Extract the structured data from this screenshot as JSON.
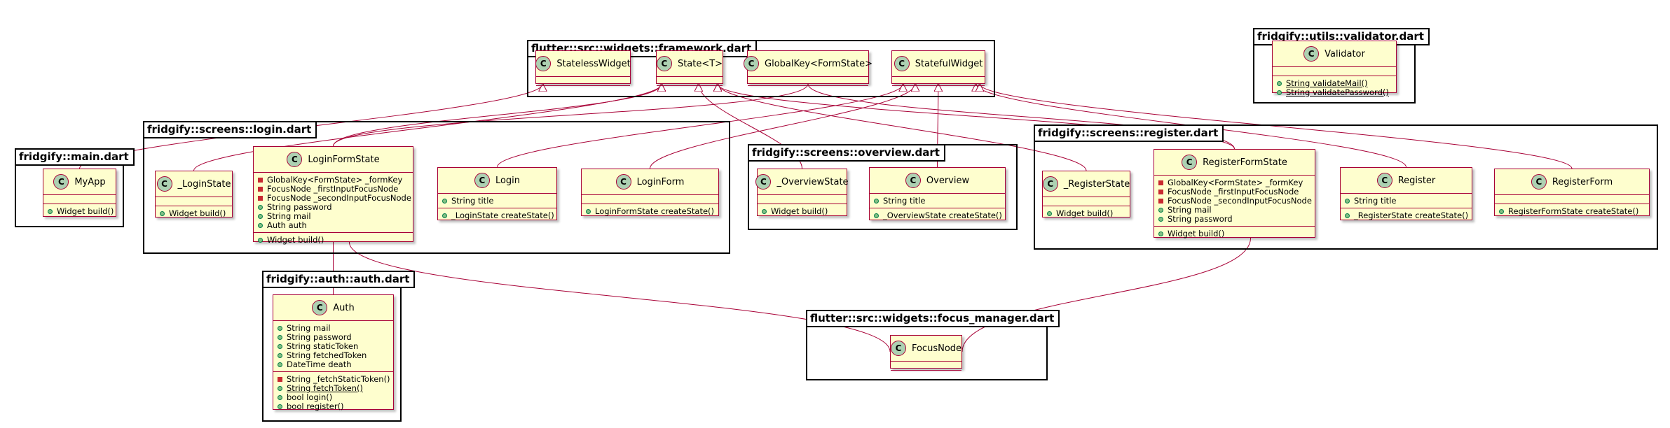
{
  "packages": [
    {
      "id": "framework",
      "title": "flutter::src::widgets::framework.dart"
    },
    {
      "id": "validator",
      "title": "fridgify::utils::validator.dart"
    },
    {
      "id": "main",
      "title": "fridgify::main.dart"
    },
    {
      "id": "login",
      "title": "fridgify::screens::login.dart"
    },
    {
      "id": "overview",
      "title": "fridgify::screens::overview.dart"
    },
    {
      "id": "register",
      "title": "fridgify::screens::register.dart"
    },
    {
      "id": "auth",
      "title": "fridgify::auth::auth.dart"
    },
    {
      "id": "focus",
      "title": "flutter::src::widgets::focus_manager.dart"
    }
  ],
  "classes": [
    {
      "id": "StatelessWidget",
      "name": "StatelessWidget",
      "badge": "C",
      "attrs": [],
      "methods": []
    },
    {
      "id": "State",
      "name": "State<T>",
      "badge": "C",
      "attrs": [],
      "methods": []
    },
    {
      "id": "GlobalKey",
      "name": "GlobalKey<FormState>",
      "badge": "C",
      "attrs": [],
      "methods": []
    },
    {
      "id": "StatefulWidget",
      "name": "StatefulWidget",
      "badge": "C",
      "attrs": [],
      "methods": []
    },
    {
      "id": "Validator",
      "name": "Validator",
      "badge": "C",
      "attrs": [],
      "methods": [
        {
          "vis": "pub",
          "text": "String validateMail()",
          "static": true
        },
        {
          "vis": "pub",
          "text": "String validatePassword()",
          "static": true
        }
      ]
    },
    {
      "id": "MyApp",
      "name": "MyApp",
      "badge": "C",
      "attrs": [],
      "methods": [
        {
          "vis": "pub",
          "text": "Widget build()"
        }
      ]
    },
    {
      "id": "LoginState",
      "name": "_LoginState",
      "badge": "C",
      "attrs": [],
      "methods": [
        {
          "vis": "pub",
          "text": "Widget build()"
        }
      ]
    },
    {
      "id": "LoginFormState",
      "name": "LoginFormState",
      "badge": "C",
      "attrs": [
        {
          "vis": "priv",
          "text": "GlobalKey<FormState> _formKey"
        },
        {
          "vis": "priv",
          "text": "FocusNode _firstInputFocusNode"
        },
        {
          "vis": "priv",
          "text": "FocusNode _secondInputFocusNode"
        },
        {
          "vis": "pub",
          "text": "String password"
        },
        {
          "vis": "pub",
          "text": "String mail"
        },
        {
          "vis": "pub",
          "text": "Auth auth"
        }
      ],
      "methods": [
        {
          "vis": "pub",
          "text": "Widget build()"
        }
      ]
    },
    {
      "id": "Login",
      "name": "Login",
      "badge": "C",
      "attrs": [
        {
          "vis": "pub",
          "text": "String title"
        }
      ],
      "methods": [
        {
          "vis": "pub",
          "text": "_LoginState createState()"
        }
      ]
    },
    {
      "id": "LoginForm",
      "name": "LoginForm",
      "badge": "C",
      "attrs": [],
      "methods": [
        {
          "vis": "pub",
          "text": "LoginFormState createState()"
        }
      ]
    },
    {
      "id": "OverviewState",
      "name": "_OverviewState",
      "badge": "C",
      "attrs": [],
      "methods": [
        {
          "vis": "pub",
          "text": "Widget build()"
        }
      ]
    },
    {
      "id": "Overview",
      "name": "Overview",
      "badge": "C",
      "attrs": [
        {
          "vis": "pub",
          "text": "String title"
        }
      ],
      "methods": [
        {
          "vis": "pub",
          "text": "_OverviewState createState()"
        }
      ]
    },
    {
      "id": "RegisterState",
      "name": "_RegisterState",
      "badge": "C",
      "attrs": [],
      "methods": [
        {
          "vis": "pub",
          "text": "Widget build()"
        }
      ]
    },
    {
      "id": "RegisterFormState",
      "name": "RegisterFormState",
      "badge": "C",
      "attrs": [
        {
          "vis": "priv",
          "text": "GlobalKey<FormState> _formKey"
        },
        {
          "vis": "priv",
          "text": "FocusNode _firstInputFocusNode"
        },
        {
          "vis": "priv",
          "text": "FocusNode _secondInputFocusNode"
        },
        {
          "vis": "pub",
          "text": "String mail"
        },
        {
          "vis": "pub",
          "text": "String password"
        }
      ],
      "methods": [
        {
          "vis": "pub",
          "text": "Widget build()"
        }
      ]
    },
    {
      "id": "Register",
      "name": "Register",
      "badge": "C",
      "attrs": [
        {
          "vis": "pub",
          "text": "String title"
        }
      ],
      "methods": [
        {
          "vis": "pub",
          "text": "_RegisterState createState()"
        }
      ]
    },
    {
      "id": "RegisterForm",
      "name": "RegisterForm",
      "badge": "C",
      "attrs": [],
      "methods": [
        {
          "vis": "pub",
          "text": "RegisterFormState createState()"
        }
      ]
    },
    {
      "id": "Auth",
      "name": "Auth",
      "badge": "C",
      "attrs": [
        {
          "vis": "pub",
          "text": "String mail"
        },
        {
          "vis": "pub",
          "text": "String password"
        },
        {
          "vis": "pub",
          "text": "String staticToken"
        },
        {
          "vis": "pub",
          "text": "String fetchedToken"
        },
        {
          "vis": "pub",
          "text": "DateTime death"
        }
      ],
      "methods": [
        {
          "vis": "priv",
          "text": "String _fetchStaticToken()"
        },
        {
          "vis": "pub",
          "text": "String fetchToken()",
          "static": true
        },
        {
          "vis": "pub",
          "text": "bool login()"
        },
        {
          "vis": "pub",
          "text": "bool register()"
        }
      ]
    },
    {
      "id": "FocusNode",
      "name": "FocusNode",
      "badge": "C",
      "attrs": [],
      "methods": []
    }
  ],
  "relations": [
    {
      "from": "MyApp",
      "to": "StatelessWidget",
      "type": "inheritance"
    },
    {
      "from": "LoginState",
      "to": "State",
      "type": "inheritance"
    },
    {
      "from": "LoginFormState",
      "to": "State",
      "type": "inheritance"
    },
    {
      "from": "Login",
      "to": "StatefulWidget",
      "type": "inheritance"
    },
    {
      "from": "LoginForm",
      "to": "StatefulWidget",
      "type": "inheritance"
    },
    {
      "from": "OverviewState",
      "to": "State",
      "type": "inheritance"
    },
    {
      "from": "Overview",
      "to": "StatefulWidget",
      "type": "inheritance"
    },
    {
      "from": "RegisterState",
      "to": "State",
      "type": "inheritance"
    },
    {
      "from": "RegisterFormState",
      "to": "State",
      "type": "inheritance"
    },
    {
      "from": "Register",
      "to": "StatefulWidget",
      "type": "inheritance"
    },
    {
      "from": "RegisterForm",
      "to": "StatefulWidget",
      "type": "inheritance"
    },
    {
      "from": "LoginFormState",
      "to": "GlobalKey",
      "type": "aggregation"
    },
    {
      "from": "RegisterFormState",
      "to": "GlobalKey",
      "type": "aggregation"
    },
    {
      "from": "LoginFormState",
      "to": "Auth",
      "type": "aggregation"
    },
    {
      "from": "LoginFormState",
      "to": "FocusNode",
      "type": "aggregation"
    },
    {
      "from": "RegisterFormState",
      "to": "FocusNode",
      "type": "aggregation"
    }
  ]
}
